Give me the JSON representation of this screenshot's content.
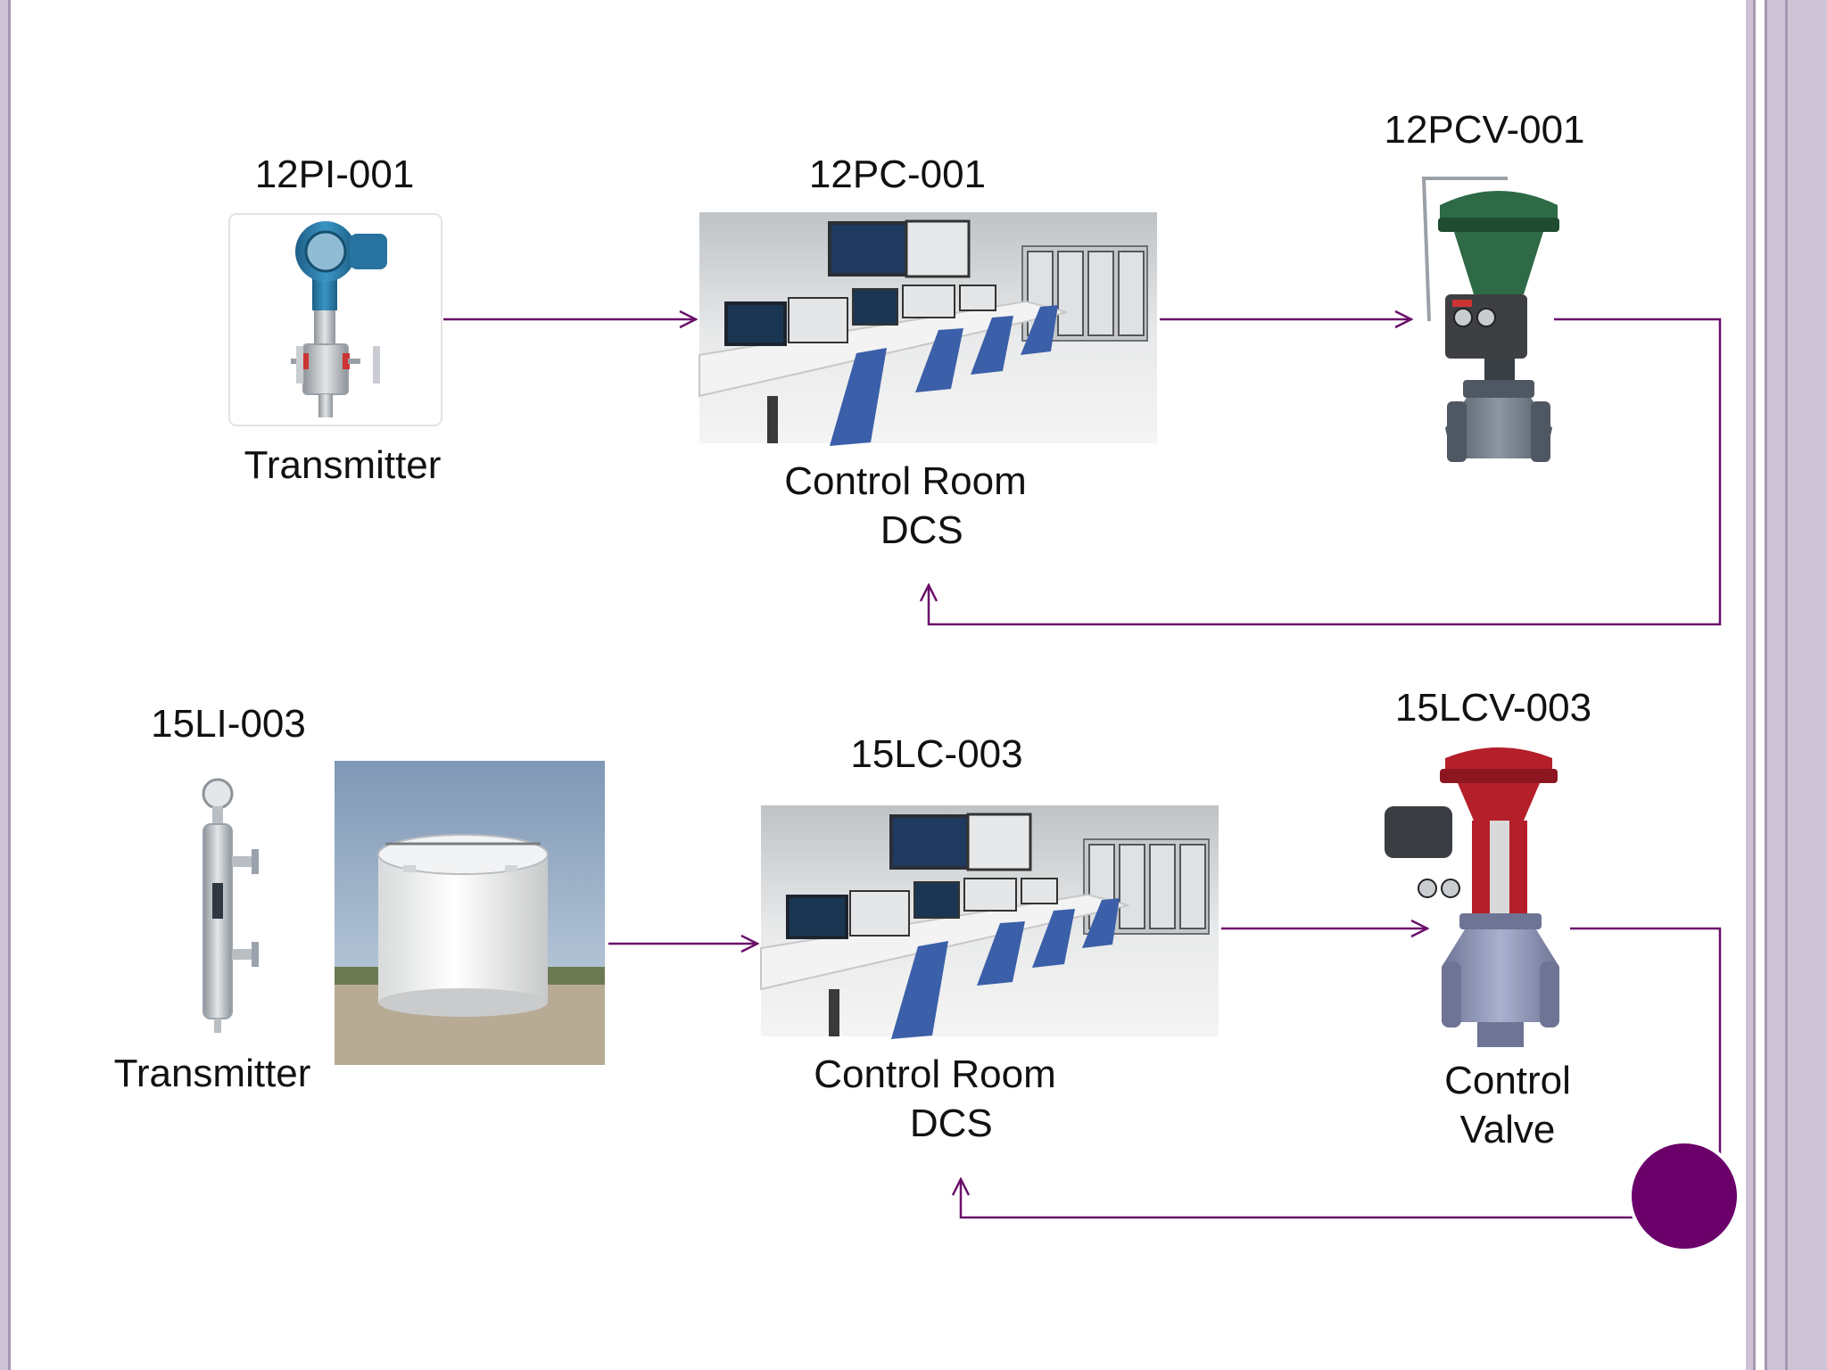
{
  "theme": {
    "connector_color": "#6a0f6a",
    "dot_color": "#6b006b",
    "border_light": "#cfc4d6",
    "border_dark": "#a896b3",
    "valve_green": "#2d6a45",
    "valve_red": "#b51f2a",
    "transmitter_blue": "#2d7fae",
    "valve_body_gray": "#7b8590"
  },
  "icons": {
    "pressure_transmitter": "pressure-transmitter-icon",
    "control_room": "control-room-icon",
    "green_control_valve": "control-valve-icon",
    "level_transmitter": "level-transmitter-icon",
    "storage_tank": "storage-tank-icon",
    "red_control_valve": "control-valve-icon"
  },
  "loop1": {
    "transmitter_tag": "12PI-001",
    "transmitter_label": "Transmitter",
    "controller_tag": "12PC-001",
    "controller_label": "Control Room\n   DCS",
    "valve_tag": "12PCV-001"
  },
  "loop2": {
    "transmitter_tag": "15LI-003",
    "transmitter_label": "Transmitter",
    "controller_tag": "15LC-003",
    "controller_label": "Control Room\n   DCS",
    "valve_tag": "15LCV-003",
    "valve_label": "Control\nValve"
  }
}
